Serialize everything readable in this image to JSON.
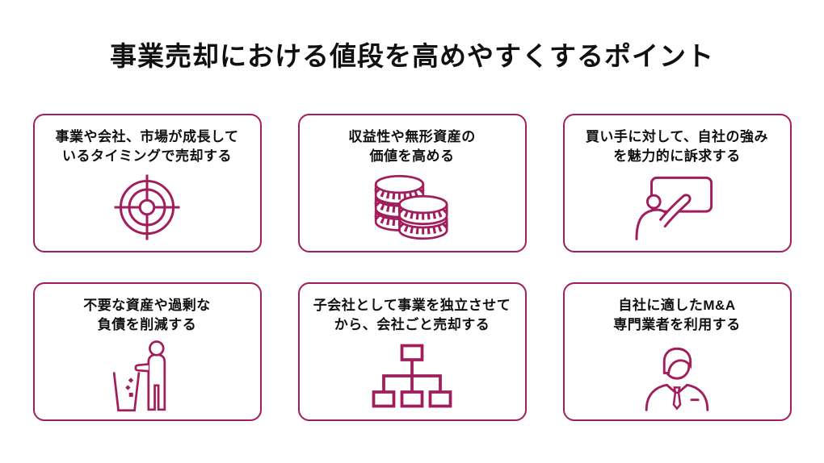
{
  "page": {
    "title": "事業売却における値段を高めやすくするポイント",
    "background_color": "#ffffff",
    "accent_color": "#a11d5c",
    "text_color": "#101010"
  },
  "cards": [
    {
      "line1": "事業や会社、市場が成長して",
      "line2": "いるタイミングで売却する",
      "icon": "target-icon"
    },
    {
      "line1": "収益性や無形資産の",
      "line2": "価値を高める",
      "icon": "coins-icon"
    },
    {
      "line1": "買い手に対して、自社の強み",
      "line2": "を魅力的に訴求する",
      "icon": "presentation-whiteboard-icon"
    },
    {
      "line1": "不要な資産や過剰な",
      "line2": "負債を削減する",
      "icon": "dispose-trash-icon"
    },
    {
      "line1": "子会社として事業を独立させて",
      "line2": "から、会社ごと売却する",
      "icon": "org-chart-icon"
    },
    {
      "line1": "自社に適したM&A",
      "line2": "専門業者を利用する",
      "icon": "businessman-icon"
    }
  ]
}
